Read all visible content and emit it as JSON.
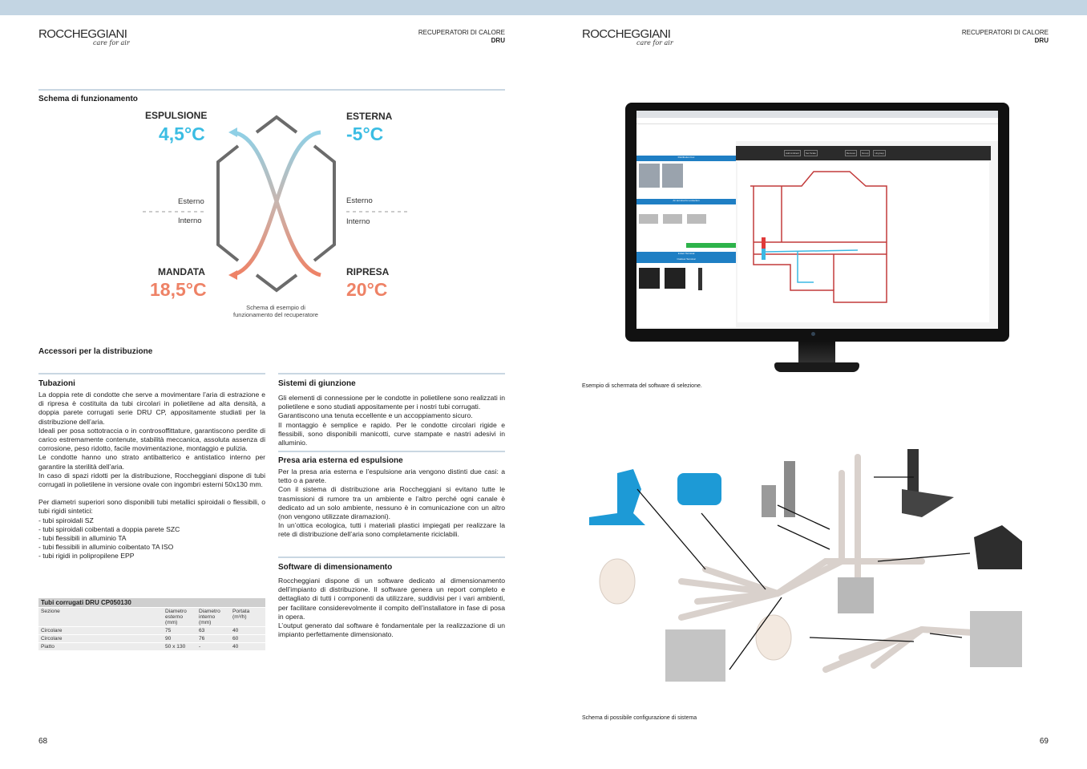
{
  "header": {
    "brand": "ROCCHEGGIANI",
    "brand_tagline": "care for air",
    "section": "RECUPERATORI DI CALORE",
    "product": "DRU"
  },
  "left_page": {
    "page_number": "68",
    "schema_title": "Schema di funzionamento",
    "diagram": {
      "espulsione": {
        "label": "ESPULSIONE",
        "temp": "4,5°C"
      },
      "esterna": {
        "label": "ESTERNA",
        "temp": "-5°C"
      },
      "mandata": {
        "label": "MANDATA",
        "temp": "18,5°C"
      },
      "ripresa": {
        "label": "RIPRESA",
        "temp": "20°C"
      },
      "esterno": "Esterno",
      "interno": "Interno",
      "caption_line1": "Schema di esempio di",
      "caption_line2": "funzionamento del recuperatore",
      "colors": {
        "cold": "#3bbde3",
        "warm": "#ee8266",
        "frame": "#6b6b6b"
      }
    },
    "accessori_title": "Accessori per la distribuzione",
    "tubazioni": {
      "title": "Tubazioni",
      "p1": "La doppia rete di condotte che serve a movimentare l’aria di estrazione e di ripresa è costituita da tubi circolari in polietilene ad alta densità, a doppia parete corrugati serie DRU CP, appositamente studiati per la distribuzione dell’aria.",
      "p2": "Ideali per posa sottotraccia o in controsoffittature, garantiscono perdite di carico estremamente contenute, stabilità meccanica, assoluta assenza di corrosione, peso ridotto, facile movimentazione, montaggio e pulizia.",
      "p3": "Le condotte hanno uno strato antibatterico e antistatico interno per garantire la sterilità dell’aria.",
      "p4": "In caso di spazi ridotti per la distribuzione, Roccheggiani dispone di tubi corrugati in polietilene in versione ovale con ingombri esterni 50x130 mm.",
      "p5": "Per diametri superiori sono disponibili tubi metallici spiroidali o flessibili, o tubi rigidi sintetici:",
      "list": [
        "- tubi spiroidali SZ",
        "- tubi spiroidali coibentati a doppia parete SZC",
        "- tubi flessibili in alluminio TA",
        "- tubi flessibili in alluminio coibentato TA ISO",
        "- tubi rigidi in polipropilene EPP"
      ]
    },
    "table": {
      "title": "Tubi corrugati DRU CP050130",
      "headers": [
        "Sezione",
        "Diametro esterno (mm)",
        "Diametro interno (mm)",
        "Portata (m³/h)"
      ],
      "rows": [
        [
          "Circolare",
          "75",
          "63",
          "40"
        ],
        [
          "Circolare",
          "90",
          "76",
          "60"
        ],
        [
          "Piatto",
          "50 x 130",
          "-",
          "40"
        ]
      ]
    },
    "giunzione": {
      "title": "Sistemi di giunzione",
      "p1": "Gli elementi di connessione per le condotte in polietilene sono realizzati in polietilene e sono studiati appositamente per i nostri tubi corrugati.",
      "p2": "Garantiscono una tenuta eccellente e un accoppiamento sicuro.",
      "p3": "Il montaggio è semplice e rapido. Per le condotte circolari rigide e flessibili, sono disponibili manicotti, curve stampate e nastri adesivi in alluminio."
    },
    "presa": {
      "title": "Presa aria esterna ed espulsione",
      "p1": "Per la presa aria esterna e l’espulsione aria vengono distinti due casi: a tetto o a parete.",
      "p2": "Con il sistema di distribuzione aria Roccheggiani si evitano tutte le trasmissioni di rumore tra un ambiente e l’altro perché ogni canale è dedicato ad un solo ambiente, nessuno è in comunicazione con un altro (non vengono utilizzate diramazioni).",
      "p3": "In un’ottica ecologica, tutti i materiali plastici impiegati per realizzare la rete di distribuzione dell’aria sono completamente riciclabili."
    },
    "software": {
      "title": "Software di dimensionamento",
      "p1": "Roccheggiani dispone di un software dedicato al dimensionamento dell’impianto di distribuzione. Il software genera un report completo e dettagliato di tutti i componenti da utilizzare, suddivisi per i vari ambienti, per facilitare considerevolmente il compito dell’installatore in fase di posa in opera.",
      "p2": "L’output generato dal software è fondamentale per la realizzazione di un impianto perfettamente dimensionato."
    }
  },
  "right_page": {
    "page_number": "69",
    "monitor_caption": "Esempio di schermata del software di selezione.",
    "system_caption": "Schema di possibile configurazione di sistema",
    "screen": {
      "toolbar_buttons": [
        "Add Ambient",
        "Set Scale",
        "Remove",
        "Group",
        "Ungroup"
      ],
      "sidebar_sections": [
        "Distribution box",
        "Air terminal for extraction",
        "Indoor Terminal",
        "Outdoor Terminal"
      ],
      "colors": {
        "accent": "#1f7fc4",
        "toolbar": "#2b2b2b",
        "supply": "#e03a3a",
        "extract": "#3bb8e3",
        "ok": "#2db34a"
      }
    }
  }
}
